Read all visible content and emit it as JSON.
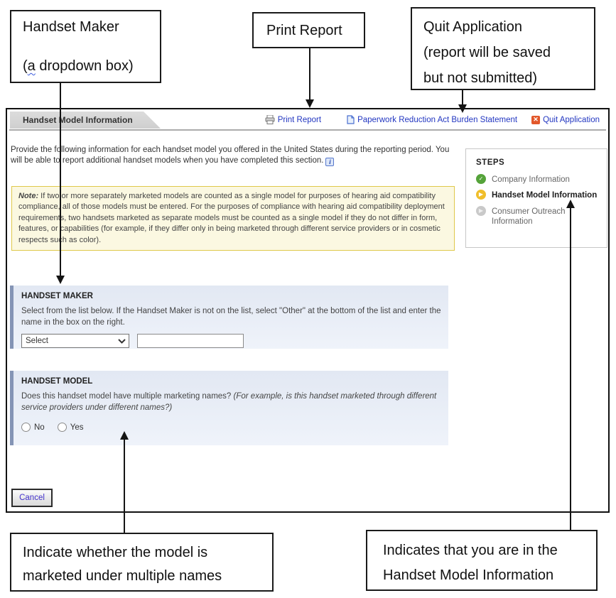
{
  "callouts": {
    "handset_maker": {
      "title": "Handset Maker",
      "sub1": "(",
      "sub2": "a",
      "sub3": " dropdown box)"
    },
    "print_report": "Print Report",
    "quit": {
      "line1": "Quit Application",
      "line2": "(report will be saved",
      "line3": "but not submitted)"
    },
    "multiple_names": {
      "line1": "Indicate whether the model is",
      "line2": "marketed under multiple names"
    },
    "current_step": {
      "line1": "Indicates that you are in the",
      "line2": "Handset Model Information"
    }
  },
  "header": {
    "tab_title": "Handset Model Information",
    "links": {
      "print": "Print Report",
      "paperwork": "Paperwork Reduction Act Burden Statement",
      "quit": "Quit Application"
    },
    "quit_icon_glyph": "✕"
  },
  "intro": {
    "text": "Provide the following information for each handset model you offered in the United States during the reporting period. You will be able to report additional handset models when you have completed this section.",
    "info_icon": "i"
  },
  "note": {
    "label": "Note:",
    "text": " If two or more separately marketed models are counted as a single model for purposes of hearing aid compatibility compliance, all of those models must be entered.  For the purposes of compliance with hearing aid compatibility deployment requirements, two handsets marketed as separate models must be counted as a single model if they do not differ in form, features, or capabilities (for example, if they differ only in being marketed through different service providers or in cosmetic respects such as color)."
  },
  "steps_panel": {
    "title": "STEPS",
    "items": [
      {
        "label": "Company Information",
        "status": "complete",
        "icon": "check-circle",
        "glyph": "✓"
      },
      {
        "label": "Handset Model Information",
        "status": "active",
        "icon": "arrow-circle",
        "glyph": "▶"
      },
      {
        "label": "Consumer Outreach Information",
        "status": "pending",
        "icon": "arrow-circle",
        "glyph": "▶"
      }
    ]
  },
  "maker_section": {
    "title": "HANDSET MAKER",
    "instructions": "Select from the list below. If the Handset Maker is not on the list, select \"Other\" at the bottom of the list and enter the name in the box on the right.",
    "select_value": "Select",
    "other_input_value": ""
  },
  "model_section": {
    "title": "HANDSET MODEL",
    "question": "Does this handset model have multiple marketing names? ",
    "question_example": "(For example, is this handset marketed through different service providers under different names?)",
    "options": [
      "No",
      "Yes"
    ]
  },
  "footer": {
    "cancel_label": "Cancel"
  },
  "colors": {
    "link_blue": "#2236c1",
    "note_bg": "#FBF8E1",
    "note_border": "#DFC84A",
    "section_stripe": "#8494B5",
    "step_complete": "#55A33A",
    "step_active": "#F0BE2A",
    "step_pending": "#C9C9C9",
    "cancel_text": "#4433cc",
    "quit_icon": "#E2572A"
  }
}
